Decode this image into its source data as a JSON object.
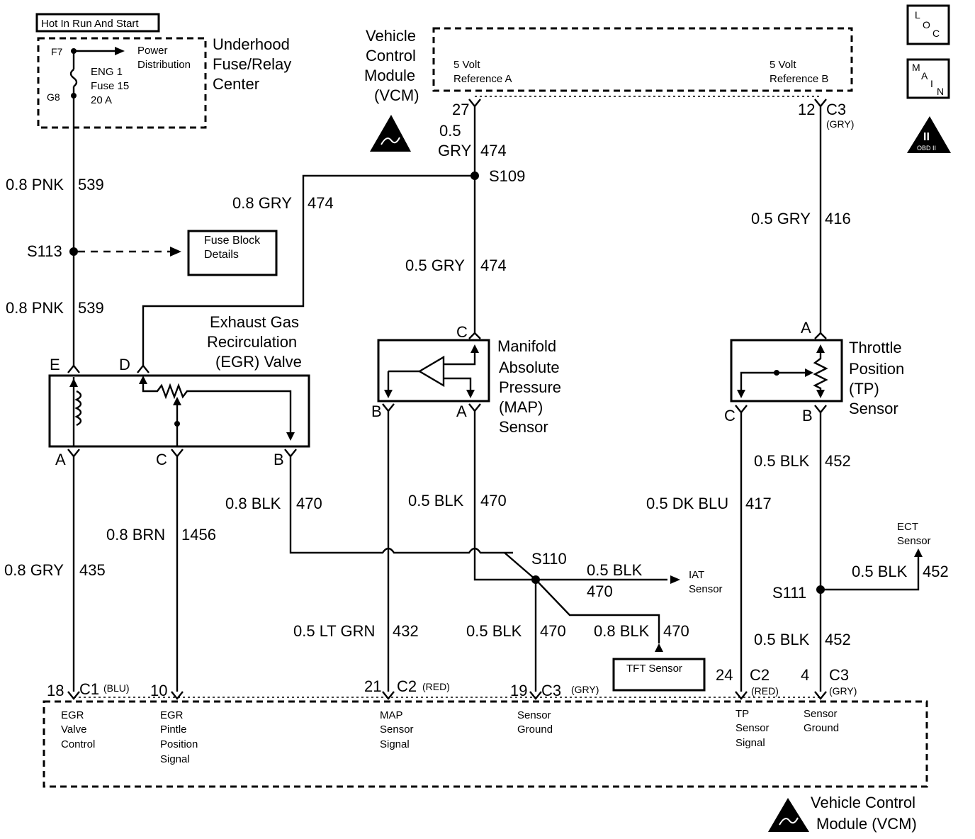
{
  "header_box": "Hot In Run And Start",
  "fuse_center": {
    "title": [
      "Underhood",
      "Fuse/Relay",
      "Center"
    ],
    "f7": "F7",
    "g8": "G8",
    "power_dist": [
      "Power",
      "Distribution"
    ],
    "fuse": [
      "ENG 1",
      "Fuse 15",
      "20 A"
    ]
  },
  "vcm_top": {
    "title": [
      "Vehicle",
      "Control",
      "Module",
      "(VCM)"
    ],
    "ref_a": [
      "5 Volt",
      "Reference A"
    ],
    "ref_b": [
      "5 Volt",
      "Reference B"
    ],
    "pin27": "27",
    "pin12": "12",
    "c3": "C3",
    "gry": "(GRY)"
  },
  "nav_icons": {
    "loc": [
      "L",
      "O",
      "C"
    ],
    "main": [
      "M",
      "A",
      "I",
      "N"
    ],
    "obd": [
      "II",
      "OBD II"
    ]
  },
  "wires": {
    "w539a": [
      "0.8 PNK",
      "539"
    ],
    "w539b": [
      "0.8 PNK",
      "539"
    ],
    "w474a": [
      "0.5",
      "GRY",
      "474"
    ],
    "w474b": [
      "0.8 GRY",
      "474"
    ],
    "w474c": [
      "0.5 GRY",
      "474"
    ],
    "w416": [
      "0.5 GRY",
      "416"
    ],
    "w470a": [
      "0.8 BLK",
      "470"
    ],
    "w470b": [
      "0.5 BLK",
      "470"
    ],
    "w1456": [
      "0.8 BRN",
      "1456"
    ],
    "w435": [
      "0.8 GRY",
      "435"
    ],
    "w432": [
      "0.5 LT GRN",
      "432"
    ],
    "w470c": [
      "0.5 BLK",
      "470"
    ],
    "w470d": [
      "0.5 BLK",
      "470"
    ],
    "w470e": [
      "0.8 BLK",
      "470"
    ],
    "w417": [
      "0.5 DK BLU",
      "417"
    ],
    "w452a": [
      "0.5 BLK",
      "452"
    ],
    "w452b": [
      "0.5 BLK",
      "452"
    ],
    "w452c": [
      "0.5 BLK",
      "452"
    ]
  },
  "splices": {
    "s109": "S109",
    "s113": "S113",
    "s110": "S110",
    "s111": "S111"
  },
  "fuse_block": [
    "Fuse Block",
    "Details"
  ],
  "egr": {
    "title": [
      "Exhaust Gas",
      "Recirculation",
      "(EGR) Valve"
    ],
    "pins": [
      "E",
      "D",
      "A",
      "C",
      "B"
    ]
  },
  "map": {
    "title": [
      "Manifold",
      "Absolute",
      "Pressure",
      "(MAP)",
      "Sensor"
    ],
    "pins": [
      "C",
      "B",
      "A"
    ]
  },
  "tp": {
    "title": [
      "Throttle",
      "Position",
      "(TP)",
      "Sensor"
    ],
    "pins": [
      "A",
      "C",
      "B"
    ]
  },
  "iat": [
    "IAT",
    "Sensor"
  ],
  "ect": [
    "ECT",
    "Sensor"
  ],
  "tft": "TFT Sensor",
  "vcm_bottom": {
    "connectors": [
      {
        "pin": "18",
        "conn": "C1",
        "color": "(BLU)"
      },
      {
        "pin": "10"
      },
      {
        "pin": "21",
        "conn": "C2",
        "color": "(RED)"
      },
      {
        "pin": "19",
        "conn": "C3",
        "color": "(GRY)"
      },
      {
        "pin": "24",
        "conn": "C2",
        "color": "(RED)"
      },
      {
        "pin": "4",
        "conn": "C3",
        "color": "(GRY)"
      }
    ],
    "labels": [
      [
        "EGR",
        "Valve",
        "Control"
      ],
      [
        "EGR",
        "Pintle",
        "Position",
        "Signal"
      ],
      [
        "MAP",
        "Sensor",
        "Signal"
      ],
      [
        "Sensor",
        "Ground"
      ],
      [
        "TP",
        "Sensor",
        "Signal"
      ],
      [
        "Sensor",
        "Ground"
      ]
    ],
    "title": [
      "Vehicle Control",
      "Module (VCM)"
    ]
  }
}
